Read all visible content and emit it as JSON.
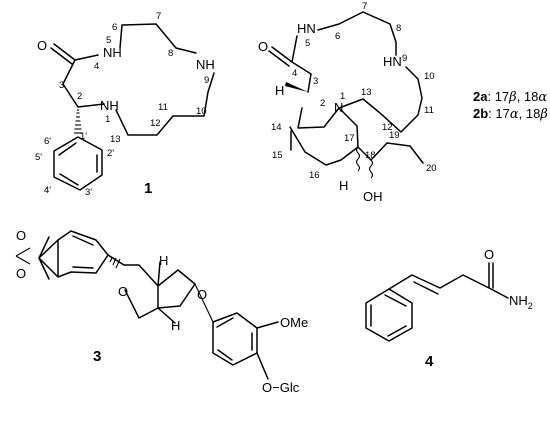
{
  "compounds": {
    "c1": {
      "label": "1"
    },
    "c2": {
      "legend": [
        {
          "id": "2a",
          "text_a": "17",
          "g1": "β",
          "mid": ", 18",
          "g2": "α"
        },
        {
          "id": "2b",
          "text_a": "17",
          "g1": "α",
          "mid": ", 18",
          "g2": "β"
        }
      ]
    },
    "c3": {
      "label": "3"
    },
    "c4": {
      "label": "4"
    }
  },
  "atoms": {
    "O": "O",
    "N": "N",
    "NH": "NH",
    "HN": "HN",
    "H": "H",
    "OH": "OH",
    "OMe": "OMe",
    "OGlc": "O−Glc",
    "NH2": "NH",
    "sub2": "2"
  },
  "numbering_1": [
    "1",
    "2",
    "3",
    "4",
    "5",
    "6",
    "7",
    "8",
    "9",
    "10",
    "11",
    "12",
    "13",
    "1'",
    "2'",
    "3'",
    "4'",
    "5'",
    "6'"
  ],
  "numbering_2": [
    "1",
    "2",
    "3",
    "4",
    "5",
    "6",
    "7",
    "8",
    "9",
    "10",
    "11",
    "12",
    "13",
    "14",
    "15",
    "16",
    "17",
    "18",
    "19",
    "20"
  ]
}
